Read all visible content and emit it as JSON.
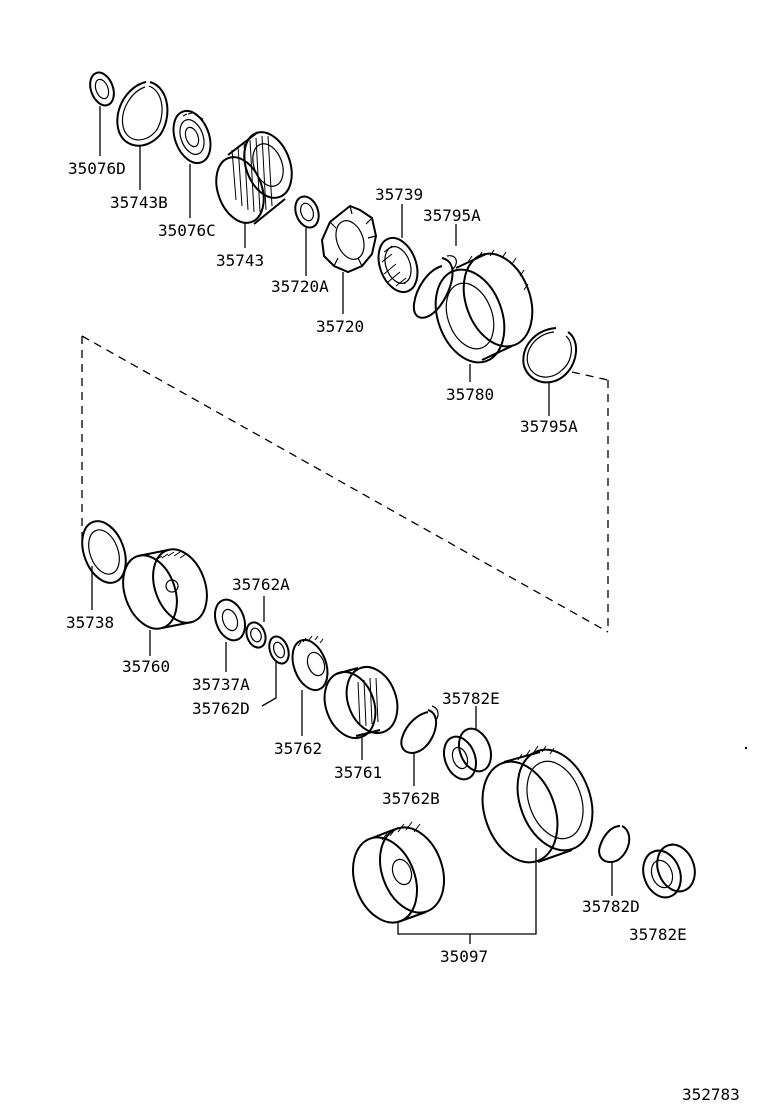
{
  "diagram_id": "352783",
  "parts": [
    {
      "key": "p35076D",
      "label": "35076D"
    },
    {
      "key": "p35743B",
      "label": "35743B"
    },
    {
      "key": "p35076C",
      "label": "35076C"
    },
    {
      "key": "p35743",
      "label": "35743"
    },
    {
      "key": "p35720A",
      "label": "35720A"
    },
    {
      "key": "p35720",
      "label": "35720"
    },
    {
      "key": "p35739",
      "label": "35739"
    },
    {
      "key": "p35795A_1",
      "label": "35795A"
    },
    {
      "key": "p35780",
      "label": "35780"
    },
    {
      "key": "p35795A_2",
      "label": "35795A"
    },
    {
      "key": "p35738",
      "label": "35738"
    },
    {
      "key": "p35760",
      "label": "35760"
    },
    {
      "key": "p35762A",
      "label": "35762A"
    },
    {
      "key": "p35737A",
      "label": "35737A"
    },
    {
      "key": "p35762D",
      "label": "35762D"
    },
    {
      "key": "p35762",
      "label": "35762"
    },
    {
      "key": "p35761",
      "label": "35761"
    },
    {
      "key": "p35782E_1",
      "label": "35782E"
    },
    {
      "key": "p35762B",
      "label": "35762B"
    },
    {
      "key": "p35782D",
      "label": "35782D"
    },
    {
      "key": "p35782E_2",
      "label": "35782E"
    },
    {
      "key": "p35097",
      "label": "35097"
    }
  ]
}
